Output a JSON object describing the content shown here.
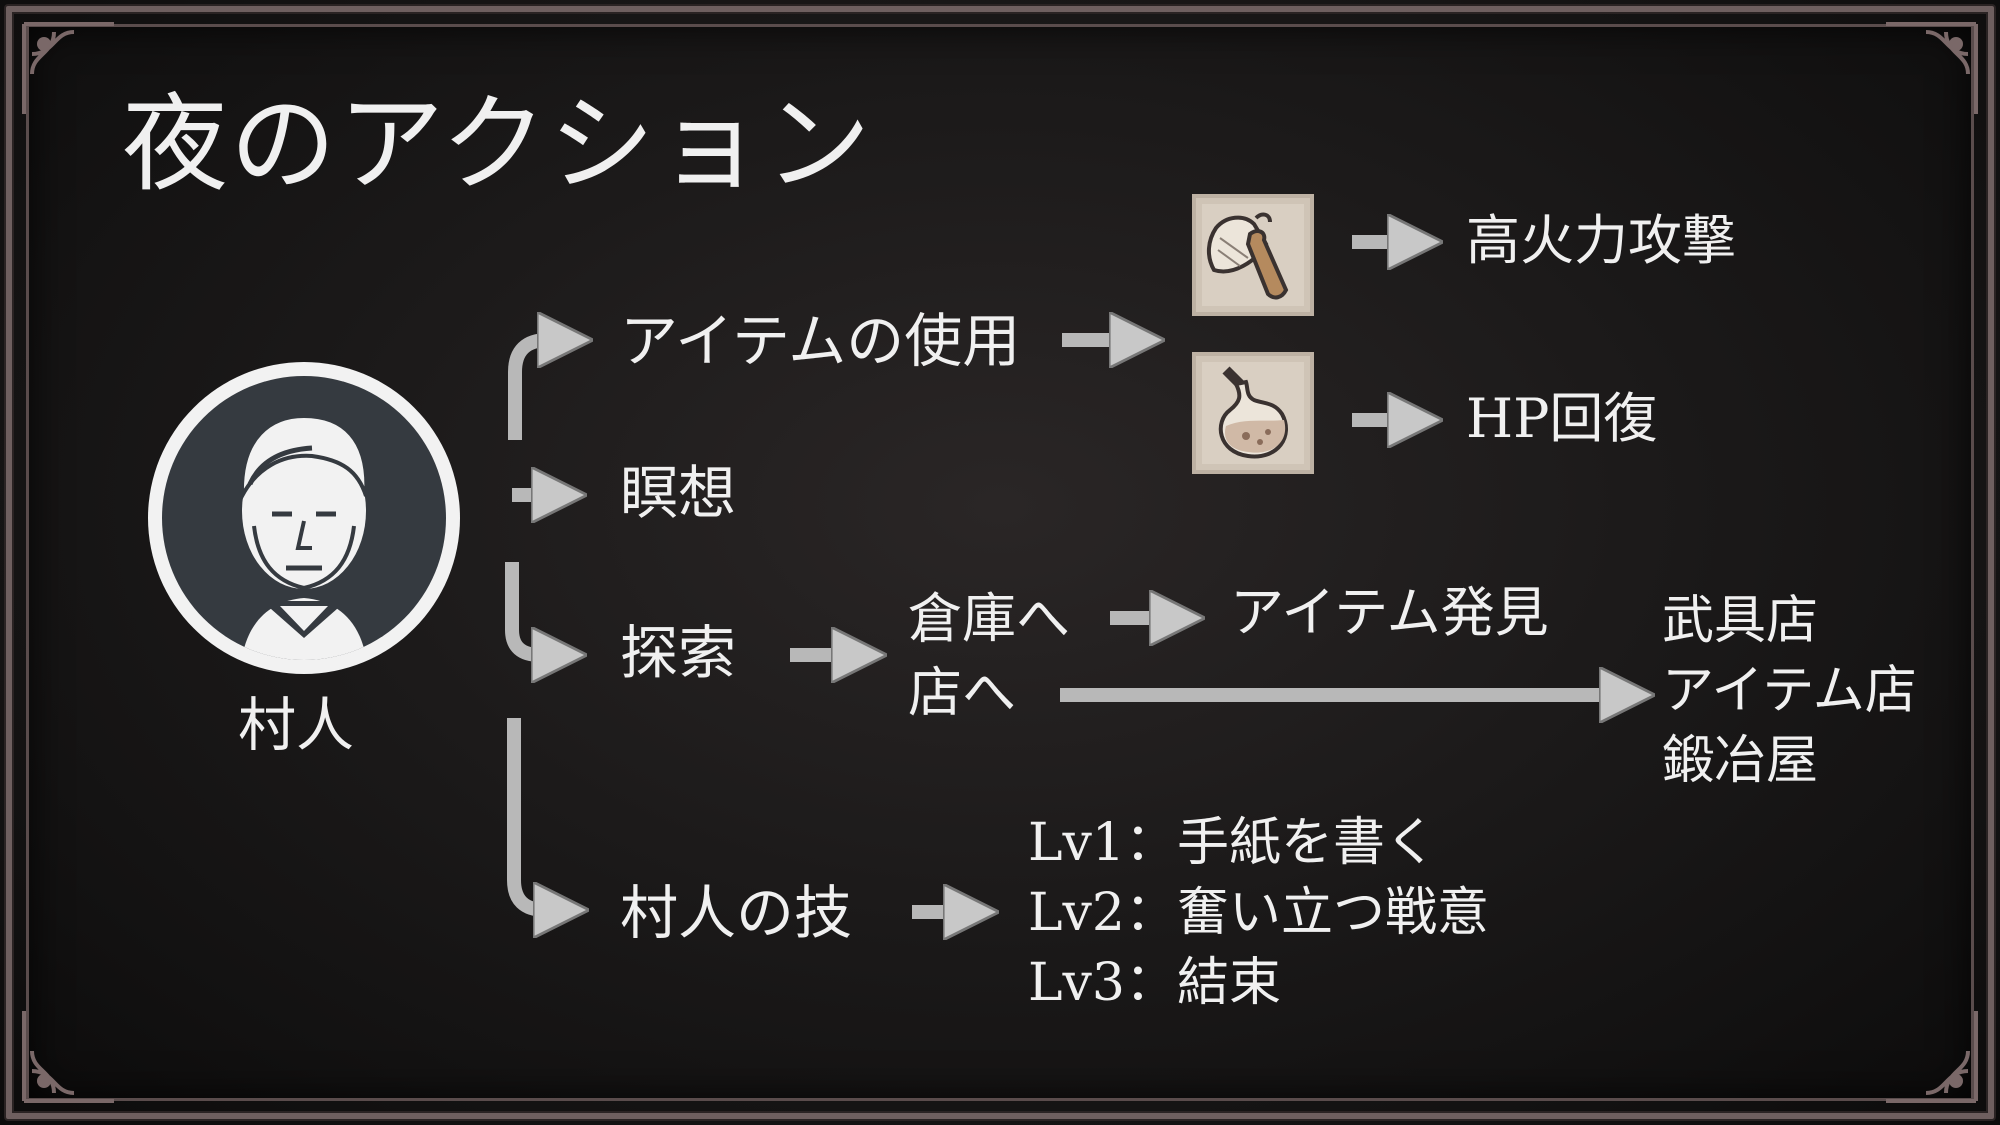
{
  "title": "夜のアクション",
  "root": {
    "label": "村人",
    "icon": "villager-portrait-icon"
  },
  "branches": {
    "item_use": "アイテムの使用",
    "meditate": "瞑想",
    "explore": "探索",
    "skill": "村人の技"
  },
  "item_results": {
    "attack": {
      "icon": "axe-icon",
      "label": "高火力攻撃"
    },
    "heal": {
      "icon": "potion-icon",
      "label": "HP回復"
    }
  },
  "explore_targets": {
    "warehouse": "倉庫へ",
    "shop": "店へ",
    "item_found": "アイテム発見",
    "shops": [
      "武具店",
      "アイテム店",
      "鍛冶屋"
    ]
  },
  "skills": [
    "Lv1：手紙を書く",
    "Lv2：奮い立つ戦意",
    "Lv3：結束"
  ],
  "colors": {
    "arrow": "#bdbdbd",
    "text": "#f0f0f0",
    "frame": "#6e5f5f"
  }
}
